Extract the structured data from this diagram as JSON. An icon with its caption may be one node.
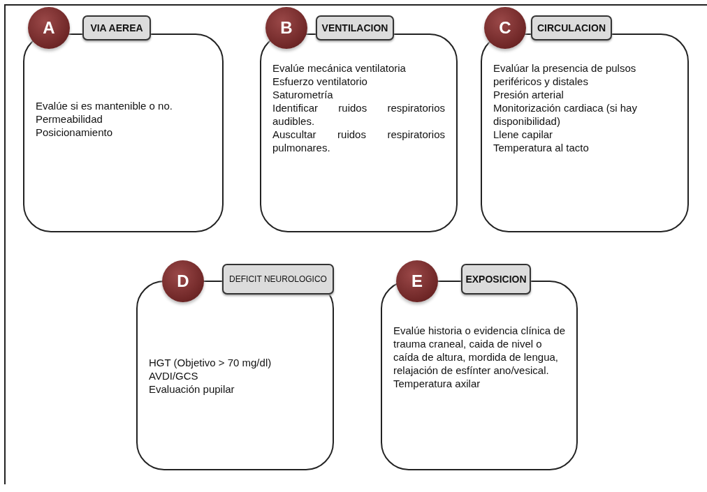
{
  "diagram": {
    "nodes": [
      {
        "text": [
          "A"
        ]
      },
      {
        "text": [
          "VIA AEREA"
        ]
      },
      {
        "text": [
          "Evalúe si es mantenible o no.",
          "Permeabilidad",
          "Posicionamiento"
        ]
      },
      {
        "text": [
          "B"
        ]
      },
      {
        "text": [
          "VENTILACION"
        ]
      },
      {
        "text": [
          "Evalúe mecánica ventilatoria",
          "Esfuerzo ventilatorio",
          "Saturometría",
          "Identificar ruidos respiratorios audibles.",
          "Auscultar ruidos respiratorios pulmonares."
        ]
      },
      {
        "text": [
          "C"
        ]
      },
      {
        "text": [
          "CIRCULACION"
        ]
      },
      {
        "text": [
          "Evalúar la presencia de pulsos periféricos y distales",
          "Presión arterial",
          "Monitorización cardiaca (si hay disponibilidad)",
          "Llene capilar",
          "Temperatura al tacto"
        ]
      },
      {
        "text": [
          "D"
        ]
      },
      {
        "text": [
          "DEFICIT NEUROLOGICO"
        ]
      },
      {
        "text": [
          "HGT (Objetivo > 70 mg/dl)",
          "AVDI/GCS",
          "Evaluación pupilar"
        ]
      },
      {
        "text": [
          "E"
        ]
      },
      {
        "text": [
          "EXPOSICION"
        ]
      },
      {
        "text": [
          "Evalúe historia o evidencia clínica de trauma craneal, caida de nivel o caída de altura, mordida de lengua, relajación de esfínter ano/vesical.",
          "Temperatura axilar"
        ]
      }
    ],
    "edges": [
      {
        "from": 9,
        "to": 10,
        "arrow": "none"
      },
      {
        "from": 12,
        "to": 13,
        "arrow": "none"
      }
    ]
  }
}
